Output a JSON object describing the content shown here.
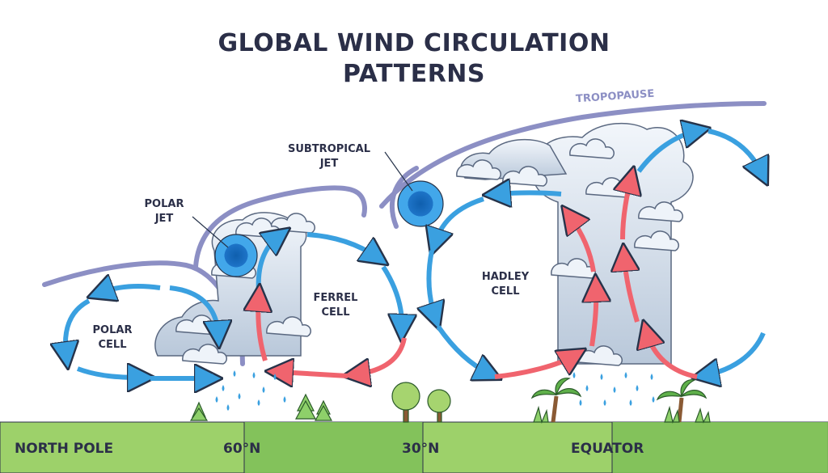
{
  "title_line1": "GLOBAL WIND CIRCULATION",
  "title_line2": "PATTERNS",
  "labels": {
    "tropopause": "TROPOPAUSE",
    "subtropical_jet_line1": "SUBTROPICAL",
    "subtropical_jet_line2": "JET",
    "polar_jet_line1": "POLAR",
    "polar_jet_line2": "JET",
    "polar_cell_line1": "POLAR",
    "polar_cell_line2": "CELL",
    "ferrel_cell_line1": "FERREL",
    "ferrel_cell_line2": "CELL",
    "hadley_cell_line1": "HADLEY",
    "hadley_cell_line2": "CELL"
  },
  "ground": {
    "north_pole": "NORTH POLE",
    "lat_60": "60°N",
    "lat_30": "30°N",
    "equator": "EQUATOR"
  },
  "colors": {
    "title": "#2b2f48",
    "cool_arrow": "#3aa0e0",
    "warm_arrow": "#f0646e",
    "jet_stream_line": "#8c8fc4",
    "jet_core": "#1e74c8",
    "cloud": "#dbe6f2",
    "ground_light": "#9dd16a",
    "ground_dark": "#7fbf58",
    "rain": "#3aa0e0"
  }
}
